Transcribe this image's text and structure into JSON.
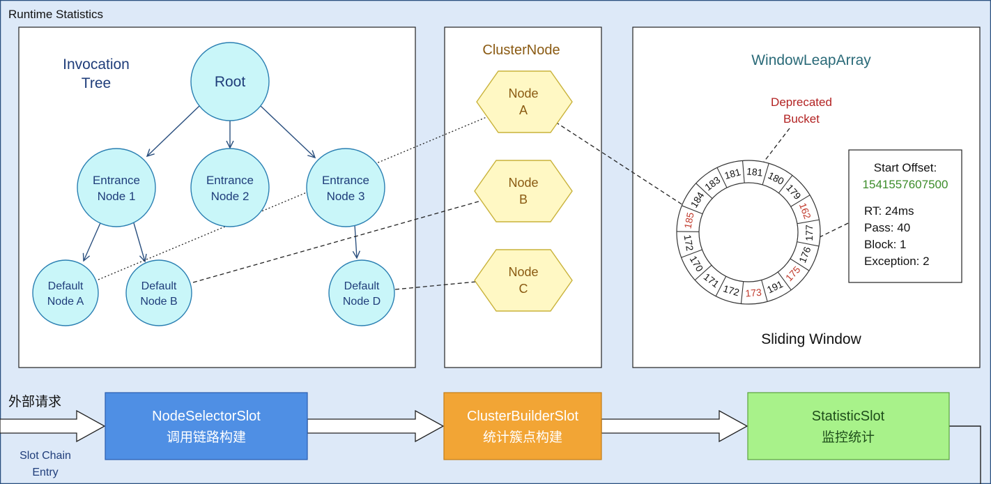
{
  "frame_title": "Runtime Statistics",
  "colors": {
    "background": "#dde9f8",
    "frame_border": "#2a4f7e",
    "tree_node_fill": "#c9f6f9",
    "tree_node_stroke": "#2a7fb2",
    "tree_title": "#1f3d7a",
    "cluster_title": "#8a5a12",
    "hex_fill": "#fff8c4",
    "hex_stroke": "#c9b23a",
    "window_title": "#2a6a78",
    "deprecated": "#b22222",
    "offset_value": "#3c8c2a",
    "red_bucket": "#c0392b",
    "slot_blue": "#4f8fe4",
    "slot_orange": "#f2a535",
    "slot_green": "#a8f28a"
  },
  "invocation_tree": {
    "title_line1": "Invocation",
    "title_line2": "Tree",
    "root": "Root",
    "entrance_nodes": [
      {
        "line1": "Entrance",
        "line2": "Node 1"
      },
      {
        "line1": "Entrance",
        "line2": "Node 2"
      },
      {
        "line1": "Entrance",
        "line2": "Node 3"
      }
    ],
    "default_nodes": [
      {
        "line1": "Default",
        "line2": "Node A"
      },
      {
        "line1": "Default",
        "line2": "Node B"
      },
      {
        "line1": "Default",
        "line2": "Node D"
      }
    ]
  },
  "cluster_node": {
    "title": "ClusterNode",
    "nodes": [
      {
        "line1": "Node",
        "line2": "A"
      },
      {
        "line1": "Node",
        "line2": "B"
      },
      {
        "line1": "Node",
        "line2": "C"
      }
    ]
  },
  "window_leap_array": {
    "title": "WindowLeapArray",
    "deprecated_line1": "Deprecated",
    "deprecated_line2": "Bucket",
    "caption": "Sliding Window",
    "buckets": [
      {
        "value": "162",
        "red": true
      },
      {
        "value": "177",
        "red": false
      },
      {
        "value": "176",
        "red": false
      },
      {
        "value": "175",
        "red": true
      },
      {
        "value": "191",
        "red": false
      },
      {
        "value": "173",
        "red": true
      },
      {
        "value": "172",
        "red": false
      },
      {
        "value": "171",
        "red": false
      },
      {
        "value": "170",
        "red": false
      },
      {
        "value": "172",
        "red": false
      },
      {
        "value": "185",
        "red": true
      },
      {
        "value": "184",
        "red": false
      },
      {
        "value": "183",
        "red": false
      },
      {
        "value": "181",
        "red": false
      },
      {
        "value": "181",
        "red": false
      },
      {
        "value": "180",
        "red": false
      },
      {
        "value": "179",
        "red": false
      }
    ],
    "stats": {
      "start_offset_label": "Start Offset:",
      "start_offset_value": "1541557607500",
      "rt": "RT: 24ms",
      "pass": "Pass: 40",
      "block": "Block: 1",
      "exception": "Exception: 2"
    }
  },
  "slot_chain": {
    "external_request": "外部请求",
    "entry_line1": "Slot Chain",
    "entry_line2": "Entry",
    "slots": [
      {
        "name": "NodeSelectorSlot",
        "desc": "调用链路构建"
      },
      {
        "name": "ClusterBuilderSlot",
        "desc": "统计簇点构建"
      },
      {
        "name": "StatisticSlot",
        "desc": "监控统计"
      }
    ]
  }
}
